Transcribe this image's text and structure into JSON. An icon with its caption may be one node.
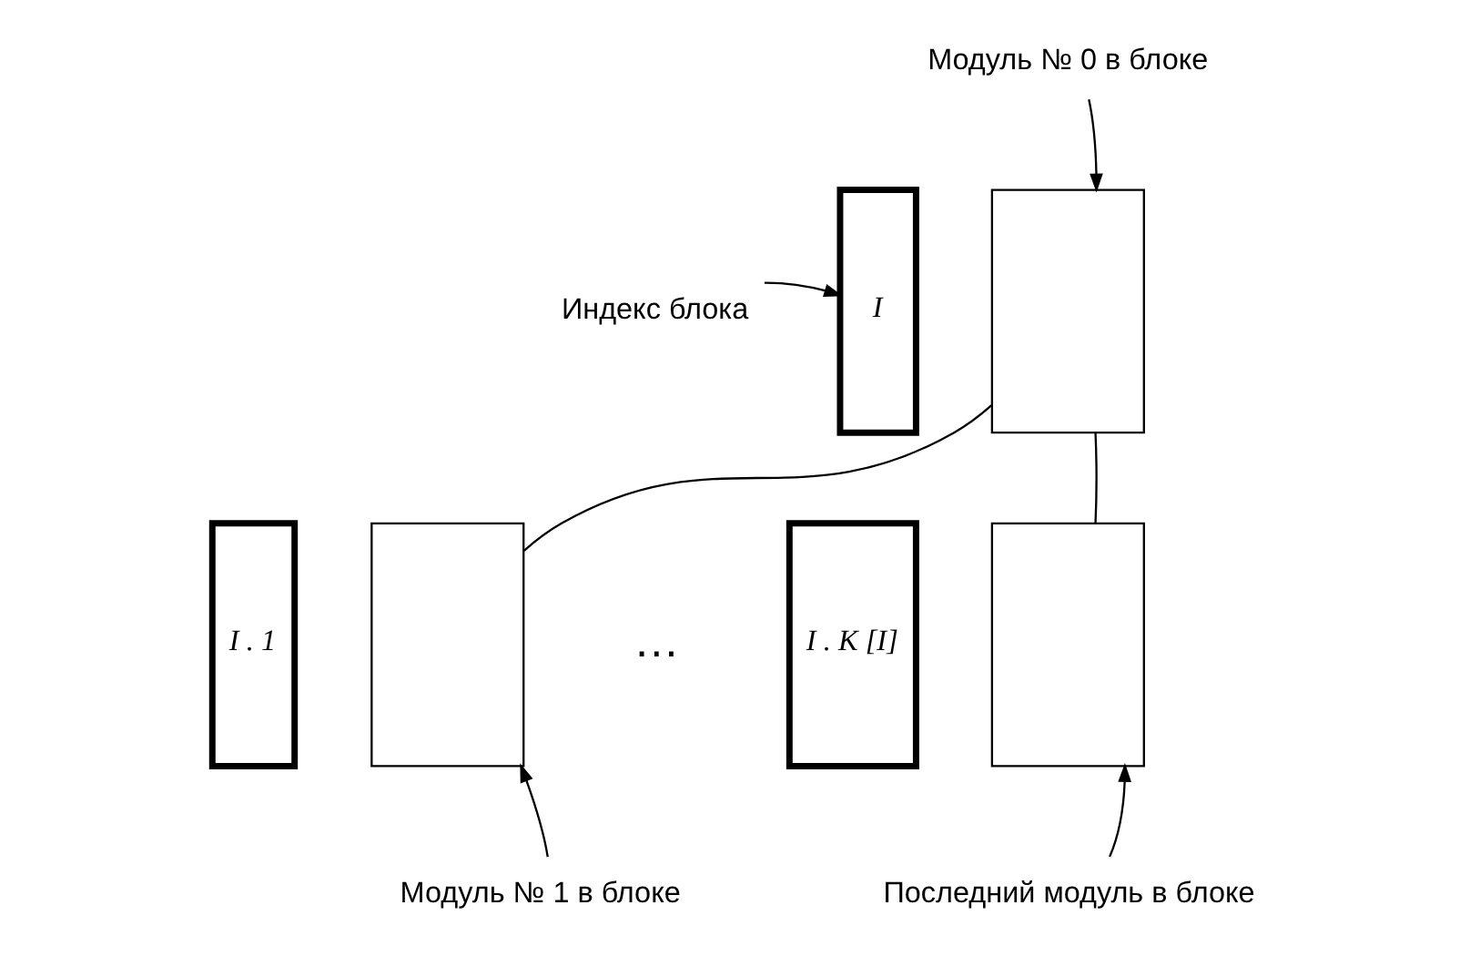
{
  "diagram": {
    "nodes": [
      {
        "text": [
          "I"
        ]
      },
      {
        "text": [],
        "shape": "box"
      },
      {
        "text": [
          "I . 1"
        ]
      },
      {
        "text": [],
        "shape": "box"
      },
      {
        "text": [
          "I . K [I]"
        ]
      },
      {
        "text": [],
        "shape": "box"
      },
      {
        "text": [
          "Модуль № 0 в блоке"
        ]
      },
      {
        "text": [
          "Индекс блока"
        ]
      },
      {
        "text": [
          "Модуль № 1 в блоке"
        ]
      },
      {
        "text": [
          "Последний модуль в блоке"
        ]
      }
    ],
    "edges": [
      {
        "from": 6,
        "to": 1,
        "arrow": "to"
      },
      {
        "from": 7,
        "to": 0,
        "arrow": "to"
      },
      {
        "from": 1,
        "to": 3,
        "arrow": "none"
      },
      {
        "from": 1,
        "to": 5,
        "arrow": "none"
      },
      {
        "from": 8,
        "to": 3,
        "arrow": "to"
      },
      {
        "from": 9,
        "to": 5,
        "arrow": "to"
      }
    ],
    "labels": [
      "…"
    ]
  }
}
